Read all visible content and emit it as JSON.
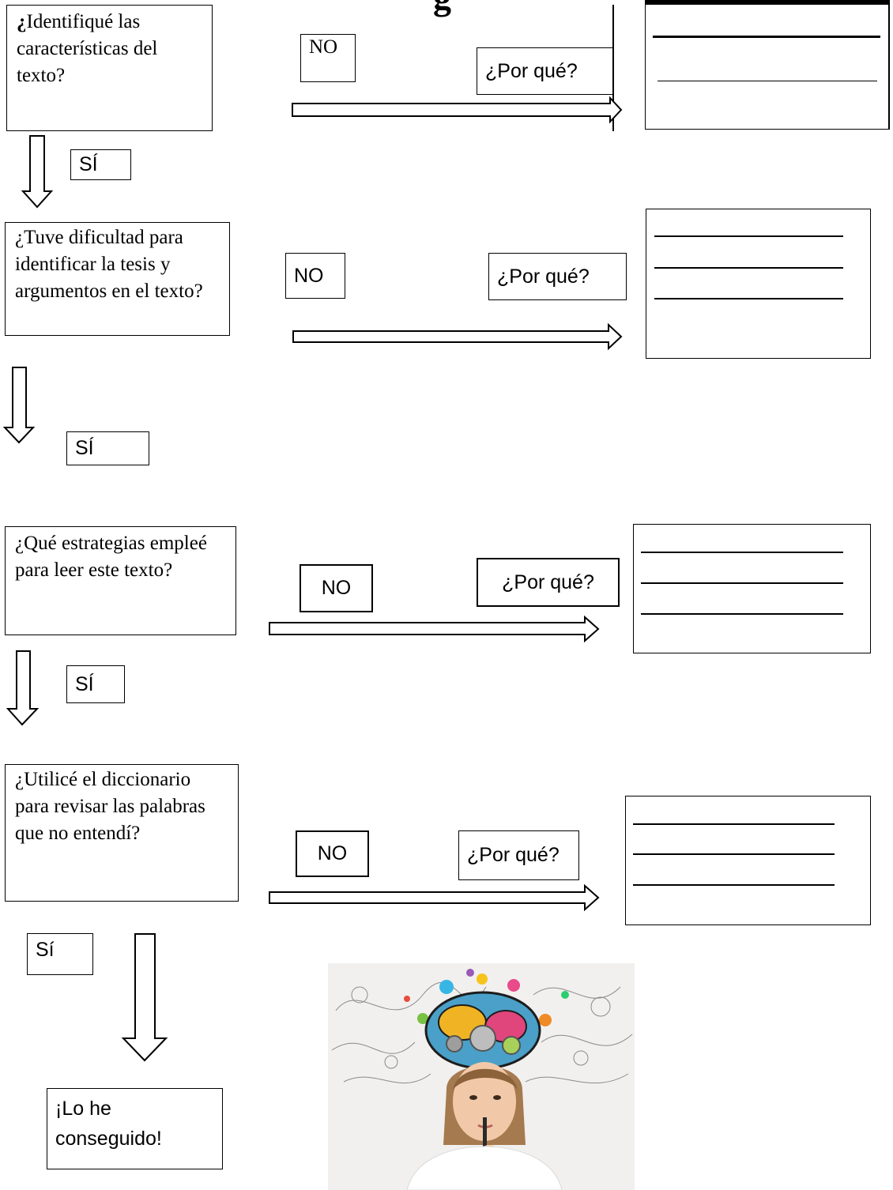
{
  "title_fragment": "g",
  "steps": [
    {
      "question": "¿Identifiqué las características del texto?",
      "question_prefix": "¿",
      "question_rest": "Identifiqué las características del texto?",
      "no_label": "NO",
      "why_label": "¿Por qué?",
      "yes_label": "SÍ"
    },
    {
      "question": "¿Tuve dificultad para identificar la tesis y argumentos en el texto?",
      "no_label": "NO",
      "why_label": "¿Por qué?",
      "yes_label": "SÍ"
    },
    {
      "question": "¿Qué estrategias empleé para leer este texto?",
      "no_label": "NO",
      "why_label": "¿Por qué?",
      "yes_label": "SÍ"
    },
    {
      "question": "¿Utilicé el diccionario para revisar las palabras que no entendí?",
      "no_label": "NO",
      "why_label": "¿Por qué?",
      "yes_label": "Sí"
    }
  ],
  "final_label": "¡Lo he conseguido!",
  "colors": {
    "stroke": "#000000",
    "background": "#ffffff"
  }
}
